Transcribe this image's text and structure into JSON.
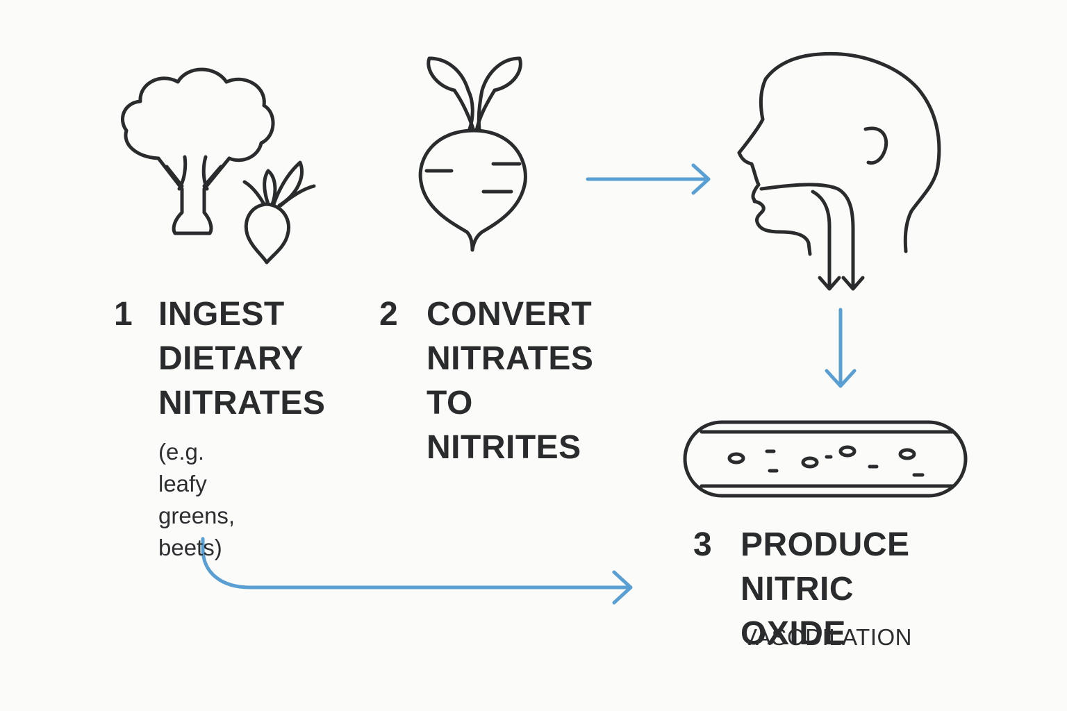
{
  "steps": [
    {
      "number": "1",
      "title": "INGEST\nDIETARY\nNITRATES",
      "subtitle": "(e.g. leafy greens,\nbeets)"
    },
    {
      "number": "2",
      "title": "CONVERT\nNITRATES\nTO NITRITES"
    },
    {
      "number": "3",
      "title": "PRODUCE\nNITRIC OXIDE",
      "caption": "VASODILATION"
    }
  ],
  "icons": {
    "step1": [
      "broccoli-icon",
      "beet-icon"
    ],
    "step2": [
      "beet-icon"
    ],
    "body": [
      "head-profile-icon"
    ],
    "step3": [
      "blood-vessel-icon"
    ]
  },
  "colors": {
    "line": "#2a2b2d",
    "arrow": "#5a9fd4",
    "background": "#fbfbf9"
  }
}
